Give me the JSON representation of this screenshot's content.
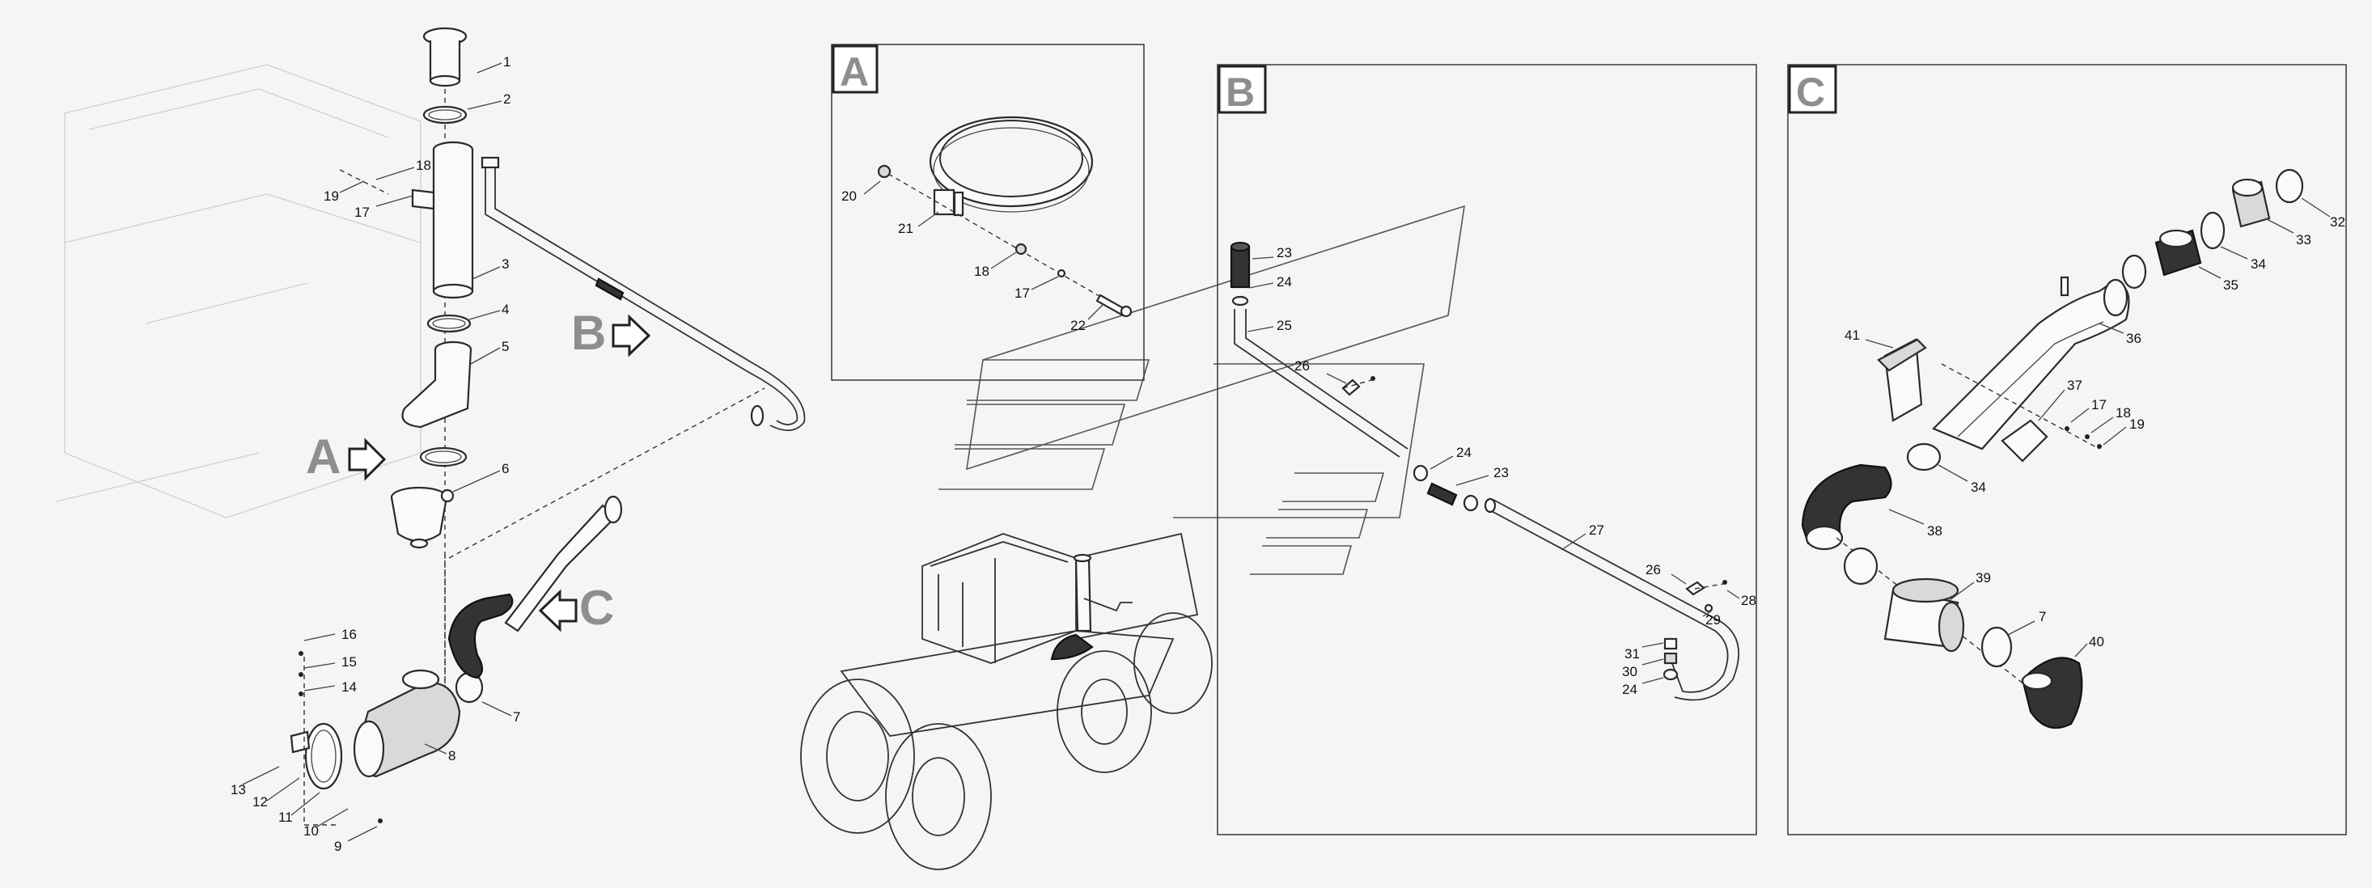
{
  "views": {
    "A": "A",
    "B": "B",
    "C": "C"
  },
  "callouts": {
    "A": "A",
    "B": "B",
    "C": "C"
  },
  "main_labels": [
    "1",
    "2",
    "18",
    "19",
    "17",
    "3",
    "4",
    "5",
    "6",
    "7",
    "8",
    "16",
    "15",
    "14",
    "13",
    "12",
    "11",
    "10",
    "9"
  ],
  "detail_a_labels": [
    "20",
    "21",
    "18",
    "17",
    "22"
  ],
  "detail_b_labels": [
    "23",
    "24",
    "25",
    "26",
    "24",
    "23",
    "27",
    "26",
    "28",
    "29",
    "31",
    "30",
    "24"
  ],
  "detail_c_labels": [
    "32",
    "33",
    "34",
    "35",
    "36",
    "41",
    "37",
    "17",
    "18",
    "19",
    "34",
    "38",
    "39",
    "7",
    "40"
  ]
}
